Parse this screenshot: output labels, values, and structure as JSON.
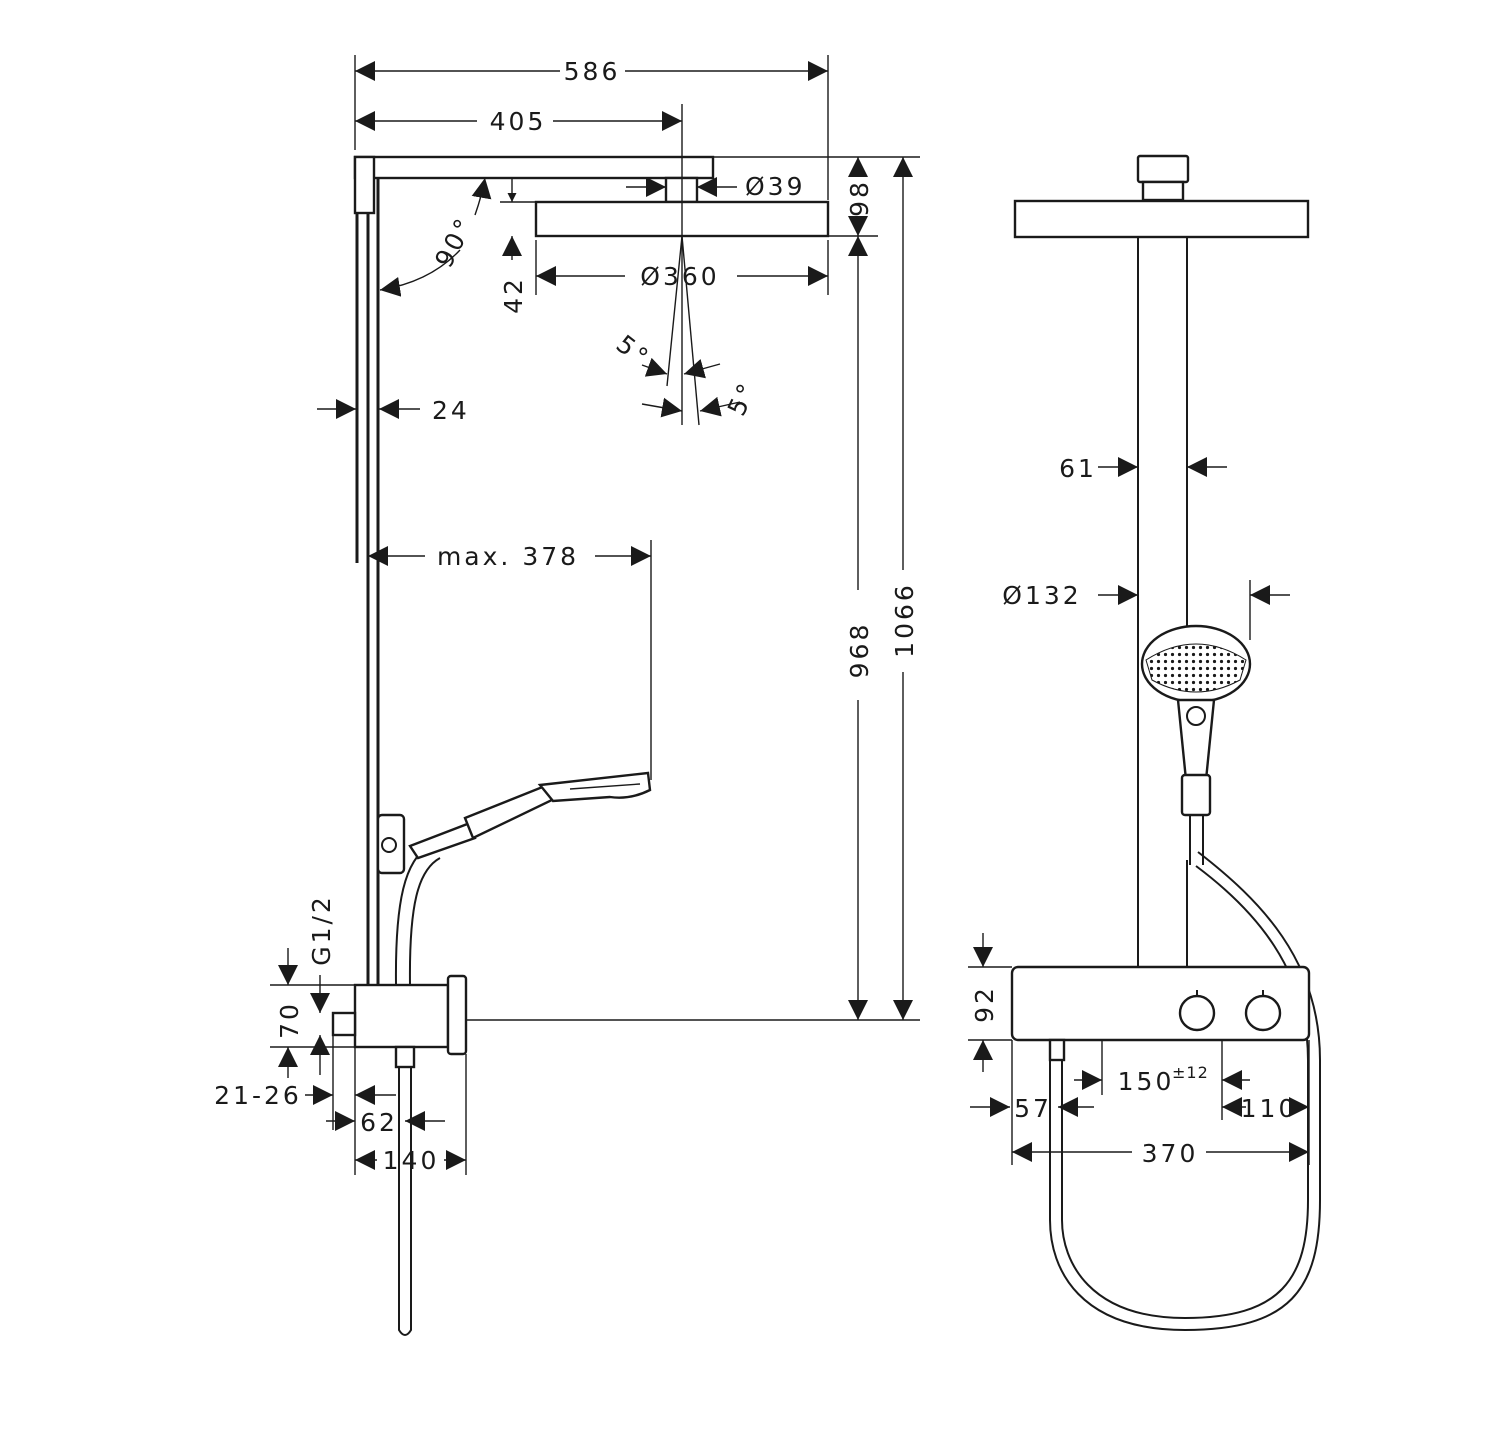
{
  "side_view": {
    "overall_width": "586",
    "arm_length": "405",
    "outlet_diameter": "Ø39",
    "head_offset": "98",
    "head_thickness": "42",
    "head_diameter": "Ø360",
    "arm_angle": "90°",
    "tilt_angle_1": "5°",
    "tilt_angle_2": "5°",
    "rail_width": "24",
    "hand_shower_reach": "max. 378",
    "height_to_head": "968",
    "overall_height": "1066",
    "connection_thread": "G1/2",
    "thermostat_height": "70",
    "wall_distance": "21-26",
    "thermostat_depth_a": "62",
    "thermostat_depth_b": "140"
  },
  "front_view": {
    "rail_diameter": "61",
    "hand_shower_diameter": "Ø132",
    "thermostat_height": "92",
    "connection_spacing": "150",
    "connection_tolerance": "±12",
    "left_offset": "57",
    "right_offset": "110",
    "thermostat_width": "370"
  }
}
